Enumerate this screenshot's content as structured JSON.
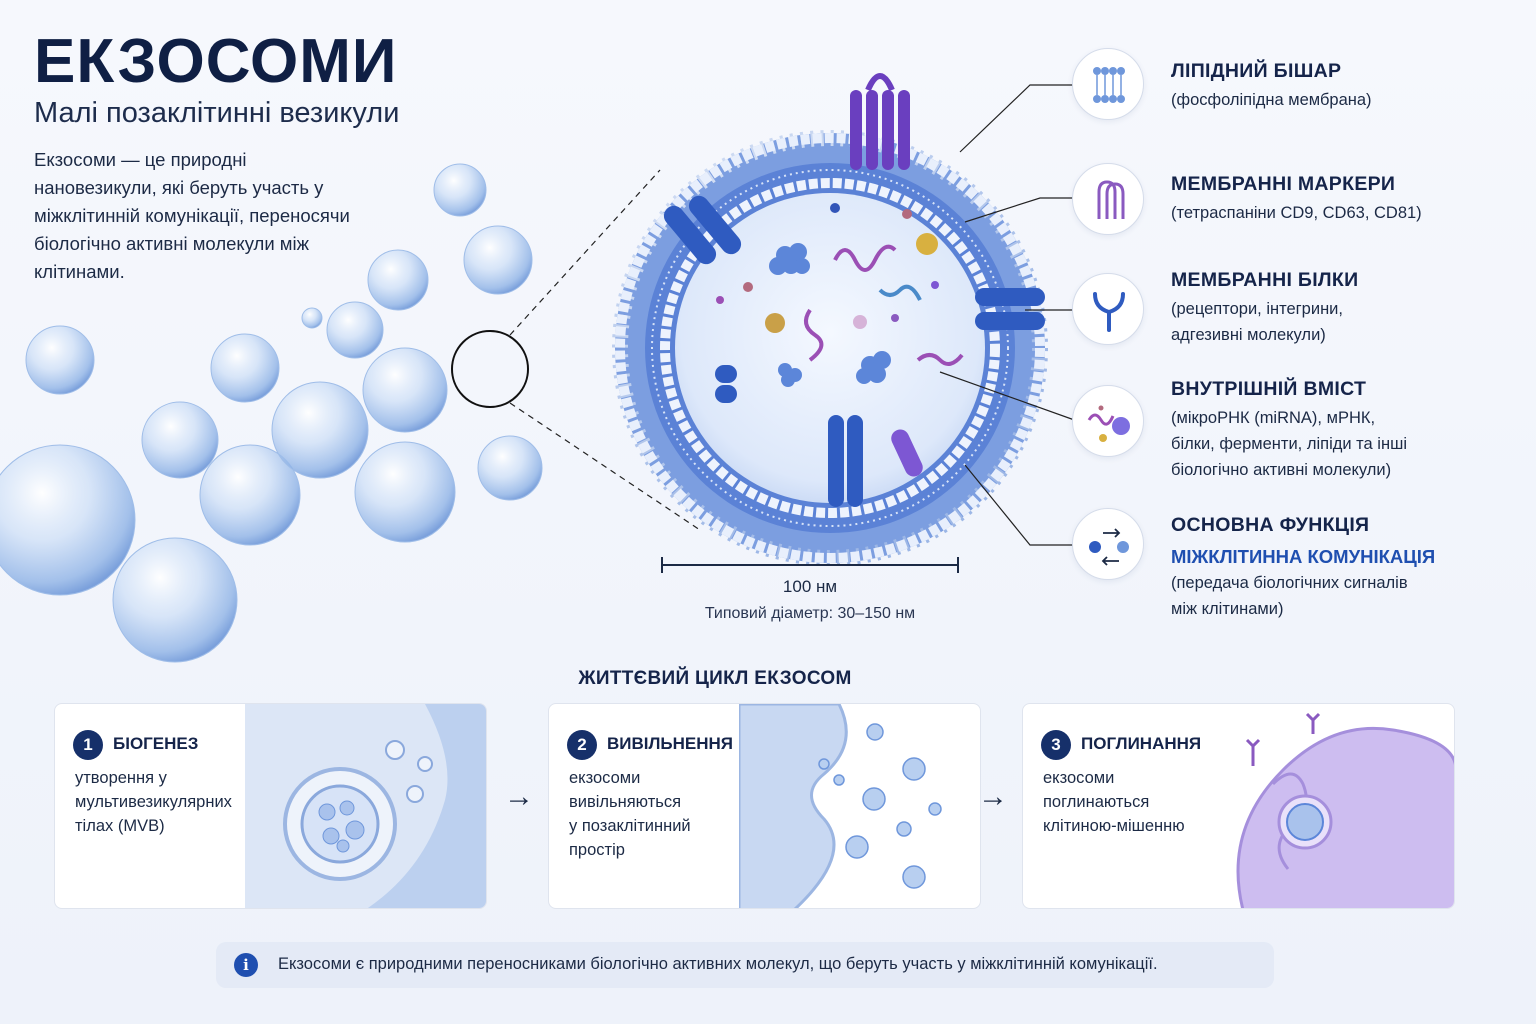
{
  "header": {
    "title": "ЕКЗОСОМИ",
    "subtitle": "Малі позаклітинні везикули",
    "intro": "Екзосоми — це природні нановезикули, які беруть участь у міжклітинній комунікації, переносячи біологічно активні молекули між клітинами."
  },
  "scale": {
    "label": "100 нм",
    "diameter": "Типовий діаметр: 30–150 нм"
  },
  "legend": [
    {
      "title": "ЛІПІДНИЙ БІШАР",
      "sub": "(фосфоліпідна мембрана)",
      "icon": "lipid-bilayer-icon"
    },
    {
      "title": "МЕМБРАННІ МАРКЕРИ",
      "sub": "(тетраспаніни CD9, CD63, CD81)",
      "icon": "tetraspanin-icon"
    },
    {
      "title": "МЕМБРАННІ БІЛКИ",
      "sub": "(рецептори, інтегрини,\nадгезивні молекули)",
      "icon": "receptor-icon"
    },
    {
      "title": "ВНУТРІШНІЙ ВМІСТ",
      "sub": "(мікроРНК (miRNA), мРНК,\nбілки, ферменти, ліпіди та інші\nбіологічно активні молекули)",
      "icon": "cargo-icon"
    },
    {
      "title": "ОСНОВНА ФУНКЦІЯ",
      "accent": "МІЖКЛІТИННА КОМУНІКАЦІЯ",
      "sub": "(передача біологічних сигналів\nміж клітинами)",
      "icon": "exchange-icon"
    }
  ],
  "lifecycle": {
    "title": "ЖИТТЄВИЙ ЦИКЛ ЕКЗОСОМ",
    "steps": [
      {
        "num": "1",
        "title": "БІОГЕНЕЗ",
        "desc": "утворення у\nмультивезикулярних\nтілах (MVB)"
      },
      {
        "num": "2",
        "title": "ВИВІЛЬНЕННЯ",
        "desc": "екзосоми\nвивільняються\nу позаклітинний\nпростір"
      },
      {
        "num": "3",
        "title": "ПОГЛИНАННЯ",
        "desc": "екзосоми\nпоглинаються\nклітиною-мішенню"
      }
    ],
    "arrow": "→"
  },
  "footer": {
    "icon": "i",
    "text": "Екзосоми є природними переносниками біологічно активних молекул, що беруть участь у міжклітинній комунікації."
  },
  "colors": {
    "navy": "#0f1f44",
    "accent_blue": "#1f4fb0",
    "membrane_blue": "#5b82d6",
    "protein_purple": "#6a3fbf",
    "cell_purple": "#cdbdf0"
  }
}
